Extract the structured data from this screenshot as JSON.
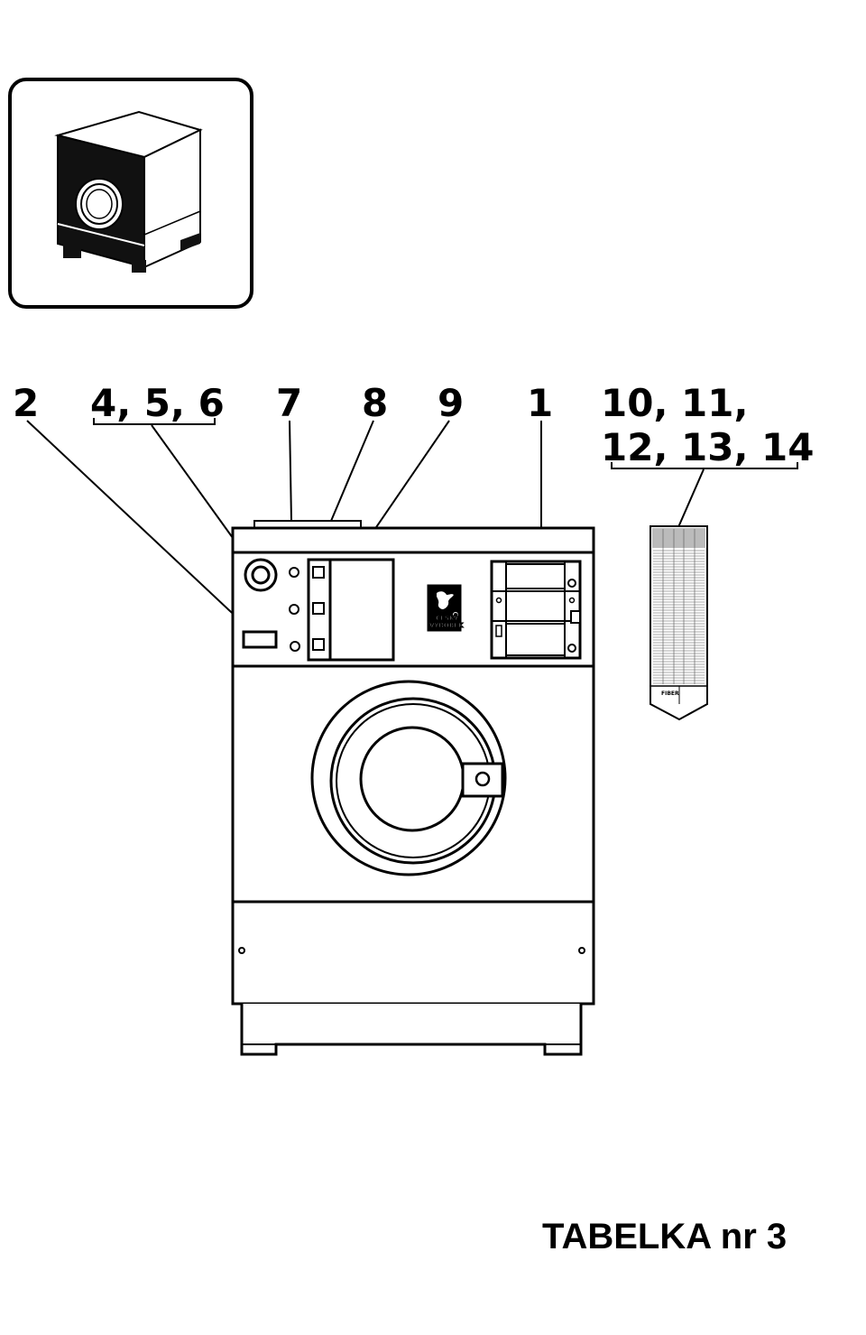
{
  "callouts": {
    "c2": "2",
    "c456": "4, 5, 6",
    "c7": "7",
    "c8": "8",
    "c9": "9",
    "c1": "1",
    "c10_line1": "10, 11,",
    "c10_line2": "12, 13, 14"
  },
  "logo": {
    "line1": "ČESKÝ",
    "line2": "VÝROBEK"
  },
  "card": {
    "brand": "FIBER"
  },
  "caption": "TABELKA nr 3",
  "colors": {
    "ink": "#000000",
    "paper": "#ffffff"
  }
}
